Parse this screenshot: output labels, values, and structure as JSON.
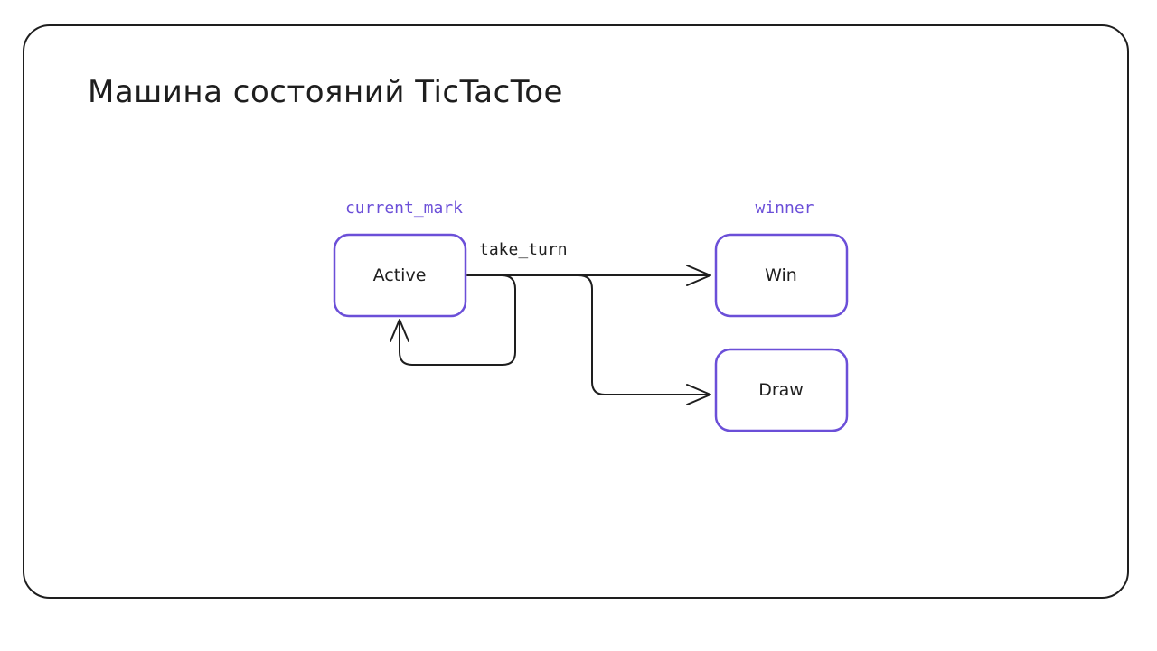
{
  "title": "Машина состояний TicTacToe",
  "colors": {
    "state_border": "#6b4fd8",
    "variable_text": "#6b4fd8",
    "line": "#1e1e1e"
  },
  "states": {
    "active": {
      "label": "Active",
      "variable": "current_mark"
    },
    "win": {
      "label": "Win",
      "variable": "winner"
    },
    "draw": {
      "label": "Draw"
    }
  },
  "transitions": {
    "take_turn": {
      "label": "take_turn"
    }
  }
}
